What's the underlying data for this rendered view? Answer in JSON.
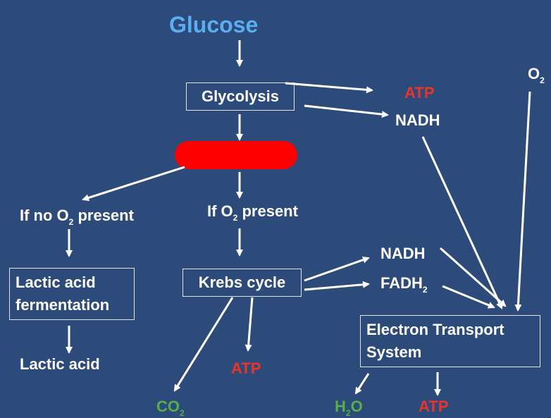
{
  "title": "Glucose",
  "glycolysis": "Glycolysis",
  "atp": "ATP",
  "nadh": "NADH",
  "fadh": "FADH",
  "fadh_sub": "2",
  "o2": "O",
  "o2_sub": "2",
  "no_o2_pre": "If no O",
  "no_o2_sub": "2",
  "no_o2_post": " present",
  "o2_present_pre": "If O",
  "o2_present_sub": "2",
  "o2_present_post": " present",
  "lactic_fermentation": [
    "Lactic acid",
    "fermentation"
  ],
  "lactic_acid": "Lactic acid",
  "krebs": "Krebs cycle",
  "ets": [
    "Electron Transport",
    "System"
  ],
  "co2": "CO",
  "co2_sub": "2",
  "h2o_h": "H",
  "h2o_sub": "2",
  "h2o_o": "O",
  "colors": {
    "background": "#2c4a7a",
    "title": "#5aaef0",
    "atp": "#e8342a",
    "product": "#55b047",
    "redaction": "#ff0000"
  }
}
